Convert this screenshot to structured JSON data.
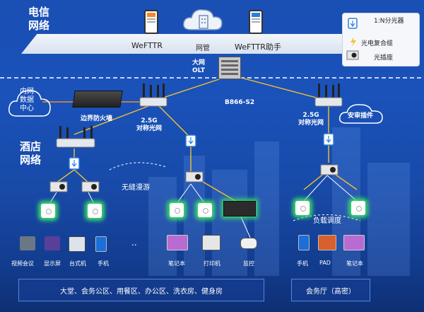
{
  "telecom_network": {
    "title_line1": "电信",
    "title_line2": "网络"
  },
  "apps": {
    "left": "WeFTTR",
    "center": "网管",
    "right": "WeFTTR助手"
  },
  "legend": {
    "splitter": "1:N分光器",
    "cable": "光电复合缆",
    "socket": "光插座"
  },
  "olt": {
    "line1": "大网",
    "line2": "OLT"
  },
  "datacenter": {
    "line1": "内网",
    "line2": "数据",
    "line3": "中心"
  },
  "firewall_label": "边界防火墙",
  "model_label": "B866-S2",
  "mesh_left": {
    "line1": "2.5G",
    "line2": "对称光网"
  },
  "mesh_right": {
    "line1": "2.5G",
    "line2": "对称光网"
  },
  "plugin_label": "安审插件",
  "hotel_network": {
    "title_line1": "酒店",
    "title_line2": "网络"
  },
  "roaming_label": "无缝漫游",
  "load_balance_label": "负载调度",
  "devices": [
    {
      "label": "视频会议"
    },
    {
      "label": "显示屏"
    },
    {
      "label": "台式机"
    },
    {
      "label": "手机"
    },
    {
      "label": "笔记本"
    },
    {
      "label": "打印机"
    },
    {
      "label": "监控"
    },
    {
      "label": "手机"
    },
    {
      "label": "PAD"
    },
    {
      "label": "笔记本"
    }
  ],
  "ellipsis": "..",
  "area_left": "大堂、会务公区、用餐区、办公区、洗衣房、健身房",
  "area_right": "会务厅（高密）",
  "colors": {
    "line_yellow": "#f2c230",
    "ap_glow": "#38d86a",
    "dashed": "#ffffff"
  }
}
